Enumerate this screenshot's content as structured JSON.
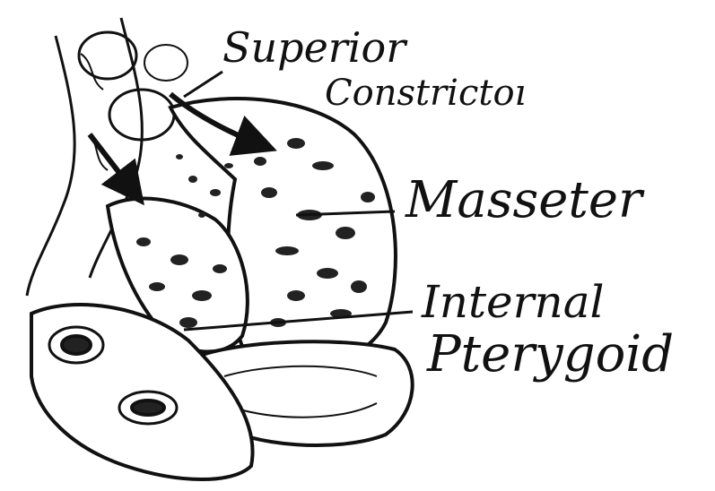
{
  "labels": {
    "superior": "Superior",
    "constrictor": "Constrictoı",
    "masseter": "Masseter",
    "internal": "Internal",
    "pterygoid": "Pterygoid"
  },
  "colors": {
    "ink": "#111111",
    "paper": "#ffffff"
  }
}
